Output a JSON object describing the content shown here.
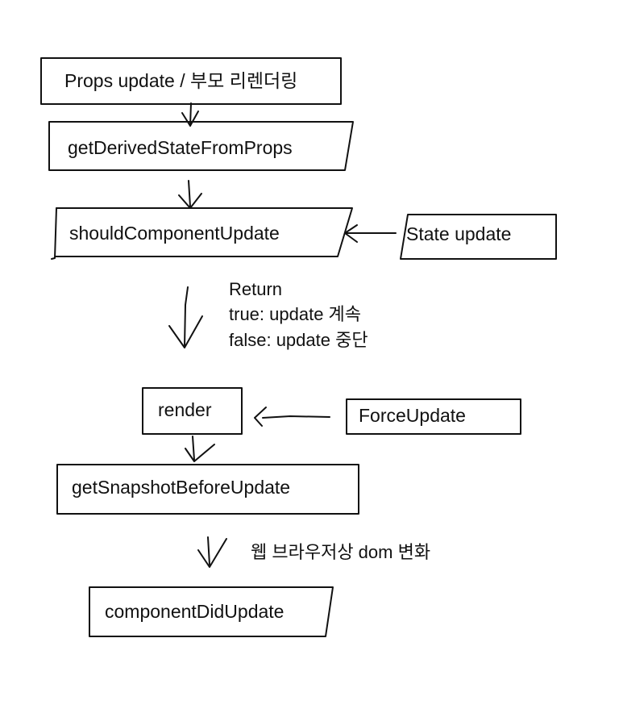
{
  "nodes": {
    "props_update": "Props update / 부모 리렌더링",
    "get_derived_state": "getDerivedStateFromProps",
    "should_component_update": "shouldComponentUpdate",
    "state_update": "State update",
    "render": "render",
    "force_update": "ForceUpdate",
    "get_snapshot": "getSnapshotBeforeUpdate",
    "component_did_update": "componentDidUpdate"
  },
  "notes": {
    "return_title": "Return",
    "return_true": "true: update 계속",
    "return_false": "false: update 중단",
    "dom_change": "웹 브라우저상 dom 변화"
  }
}
